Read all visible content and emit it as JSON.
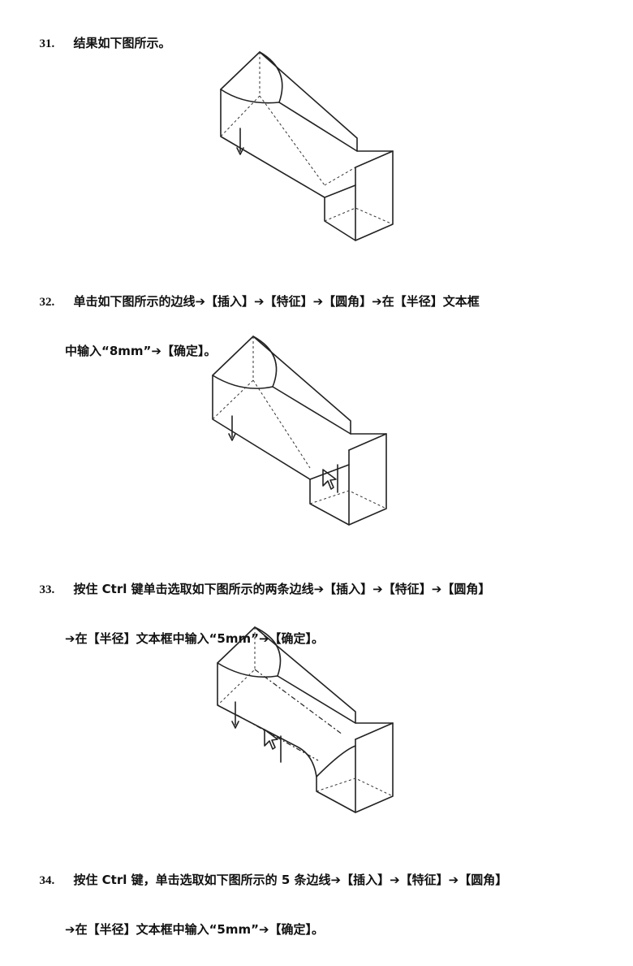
{
  "steps": [
    {
      "num": "31.",
      "line1": "结果如下图所示。",
      "line2": ""
    },
    {
      "num": "32.",
      "line1": "单击如下图所示的边线➔【插入】➔【特征】➔【圆角】➔在【半径】文本框",
      "line2": "中输入“8mm”➔【确定】。"
    },
    {
      "num": "33.",
      "line1": "按住 Ctrl 键单击选取如下图所示的两条边线➔【插入】➔【特征】➔【圆角】",
      "line2": "➔在【半径】文本框中输入“5mm”➔【确定】。"
    },
    {
      "num": "34.",
      "line1": "按住 Ctrl 键，单击选取如下图所示的 5 条边线➔【插入】➔【特征】➔【圆角】",
      "line2": "➔在【半径】文本框中输入“5mm”➔【确定】。"
    }
  ],
  "figures": [
    {
      "icon": "cad-model-icon"
    },
    {
      "icon": "cad-model-selected-edge-icon"
    },
    {
      "icon": "cad-model-two-edges-icon"
    }
  ]
}
